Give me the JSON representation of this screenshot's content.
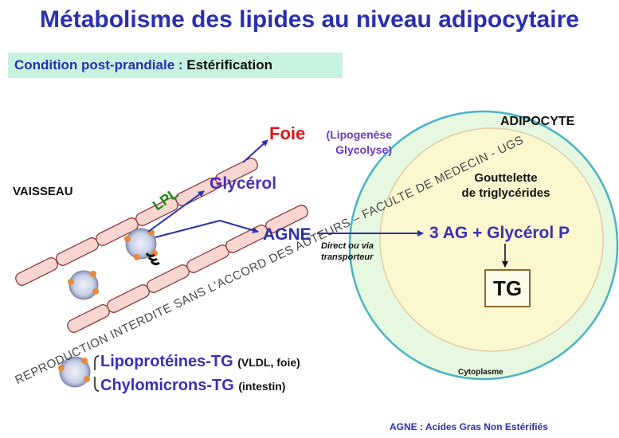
{
  "title": "Métabolisme des lipides au niveau adipocytaire",
  "condition": {
    "label": "Condition post-prandiale",
    "separator": " : ",
    "value": "Estérification"
  },
  "labels": {
    "vaisseau": "VAISSEAU",
    "adipocyte": "ADIPOCYTE",
    "foie": "Foie",
    "foie_detail_line1": "(Lipogenèse",
    "foie_detail_line2": "Glycolyse)",
    "glycerol": "Glycérol",
    "lpl": "LPL",
    "agne": "AGNE",
    "direct_line1": "Direct ou via",
    "direct_line2": "transporteur",
    "gouttelette_line1": "Gouttelette",
    "gouttelette_line2": "de triglycérides",
    "product": "3 AG + Glycérol P",
    "tg": "TG",
    "cytoplasme": "Cytoplasme"
  },
  "lipoproteins": [
    {
      "name": "Lipoprotéines-TG",
      "detail": "(VLDL, foie)"
    },
    {
      "name": "Chylomicrons-TG",
      "detail": "(intestin)"
    }
  ],
  "footnote": "AGNE : Acides Gras Non Estérifiés",
  "watermark": "REPRODUCTION INTERDITE SANS L'ACCORD DES AUTEURS – FACULTE DE MEDECIN - UGS",
  "colors": {
    "title": "#2a2fb0",
    "foie": "#e0151b",
    "lpl": "#1c8a1c",
    "vessel_cell": "#f7d5d0",
    "adipocyte_outer": "#e6f8df",
    "adipocyte_inner": "#fbf7cf",
    "condition_bg": "#c7f2dd"
  }
}
